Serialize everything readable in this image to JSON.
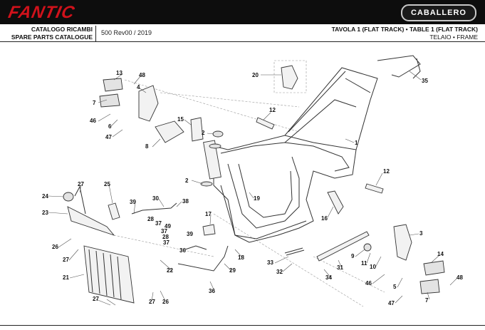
{
  "header": {
    "brand": "FANTIC",
    "model_badge": "CABALLERO",
    "catalog_line1": "CATALOGO RICAMBI",
    "catalog_line2": "SPARE PARTS CATALOGUE",
    "revision": "500 Rev00 / 2019",
    "table_title": "TAVOLA 1 (FLAT TRACK) • TABLE 1 (FLAT TRACK)",
    "table_subtitle": "TELAIO • FRAME"
  },
  "colors": {
    "brand_red": "#d0121b",
    "bar_black": "#0d0d0d"
  },
  "callouts": [
    "13",
    "48",
    "4",
    "7",
    "46",
    "6",
    "47",
    "8",
    "15",
    "2",
    "20",
    "12",
    "35",
    "1",
    "2",
    "12",
    "19",
    "16",
    "3",
    "14",
    "48",
    "27",
    "25",
    "24",
    "23",
    "39",
    "30",
    "38",
    "28",
    "37",
    "49",
    "37",
    "28",
    "37",
    "26",
    "27",
    "21",
    "36",
    "22",
    "17",
    "39",
    "18",
    "36",
    "29",
    "33",
    "32",
    "9",
    "11",
    "10",
    "31",
    "34",
    "46",
    "5",
    "7",
    "47",
    "27",
    "27",
    "26"
  ]
}
